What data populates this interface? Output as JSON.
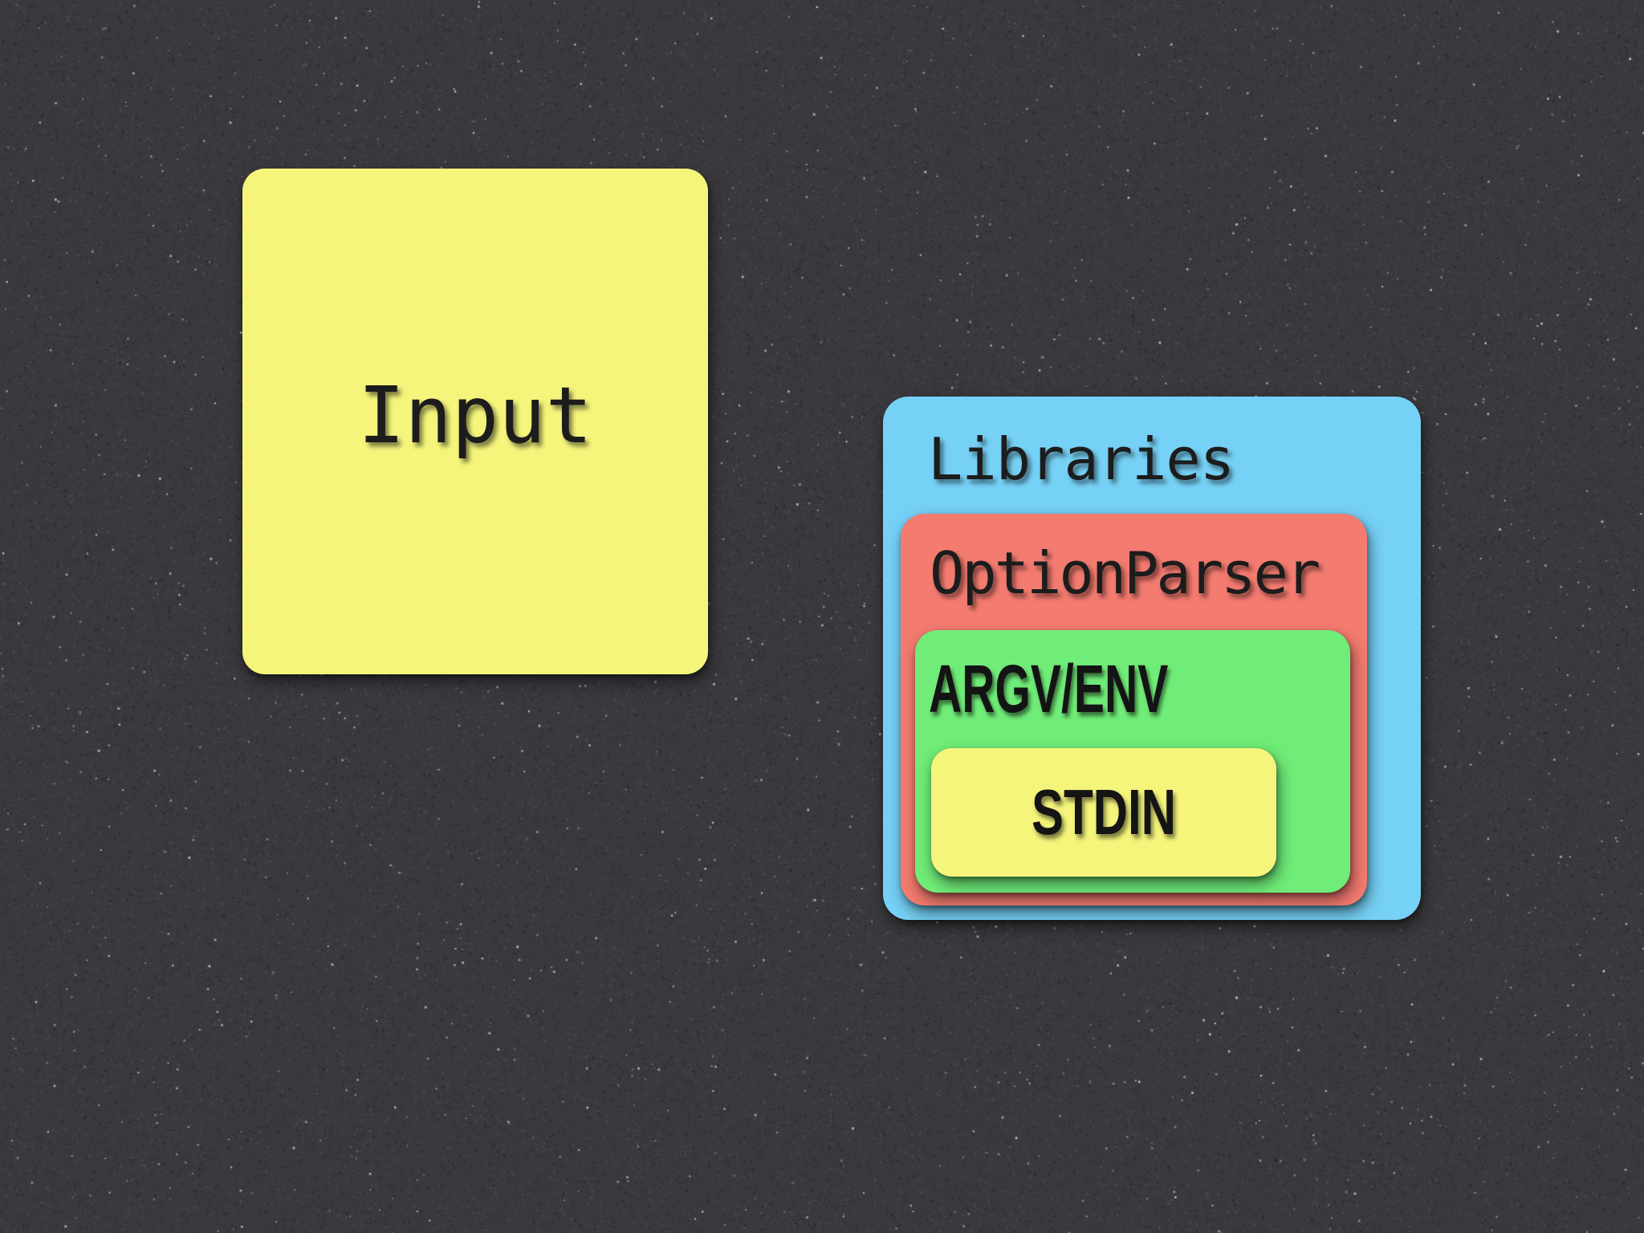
{
  "background": {
    "base_color": "#3b393d"
  },
  "text_color": "#1c1c1c",
  "boxes": {
    "input": {
      "label": "Input",
      "color": "#f5f57c"
    },
    "libraries": {
      "label": "Libraries",
      "color": "#76d1f6"
    },
    "option_parser": {
      "label": "OptionParser",
      "color": "#f47b70"
    },
    "argv_env": {
      "label": "ARGV/ENV",
      "color": "#70ec78"
    },
    "stdin": {
      "label": "STDIN",
      "color": "#f5f57c"
    }
  }
}
